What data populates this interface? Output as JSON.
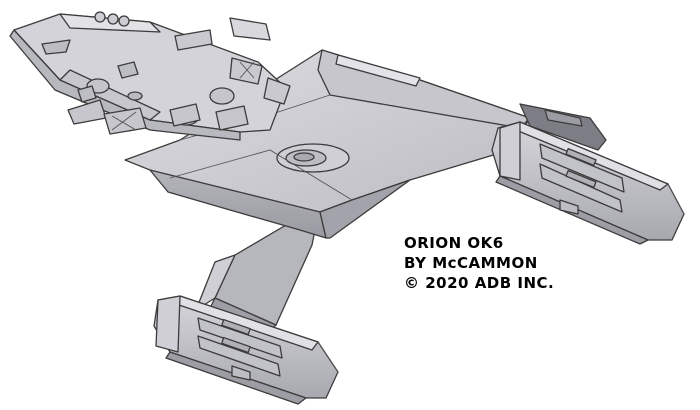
{
  "caption": {
    "line1": "ORION OK6",
    "line2": "BY McCAMMON",
    "line3": "© 2020 ADB INC."
  },
  "colors": {
    "hull_light": "#d9d9de",
    "hull_mid": "#c4c4ca",
    "hull_dark": "#a9a9b0",
    "hull_shadow": "#8f8f96",
    "edge": "#3c3c3c",
    "caption_text": "#000000",
    "background": "#ffffff"
  }
}
